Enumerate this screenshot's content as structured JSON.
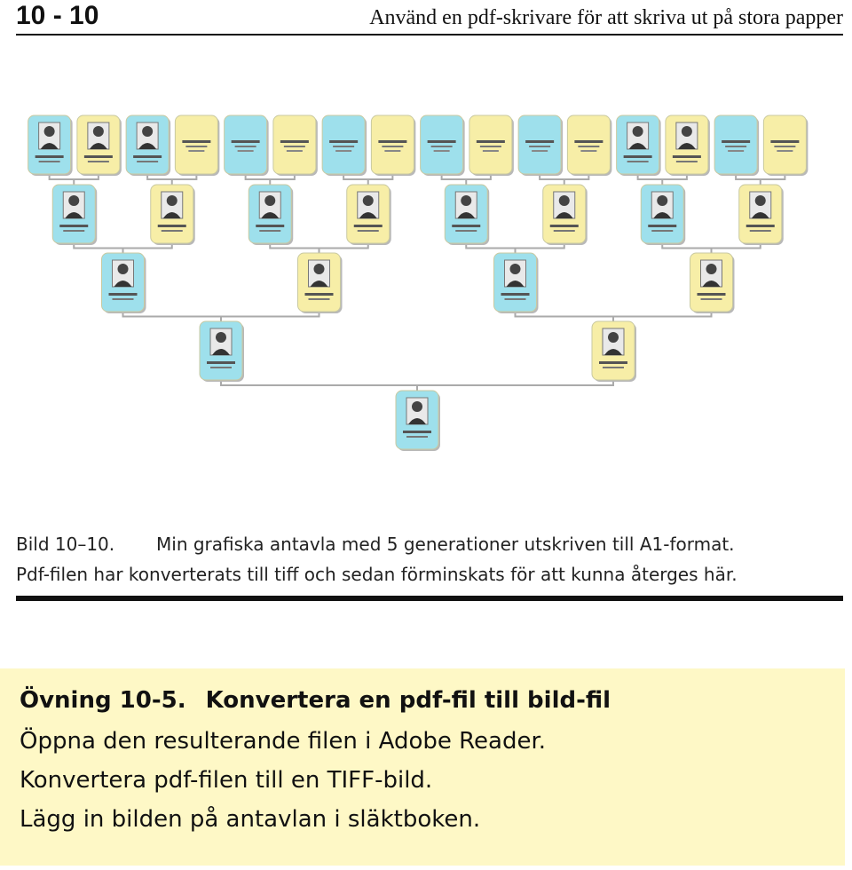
{
  "header": {
    "page_number": "10 - 10",
    "running_title": "Använd en pdf-skrivare för att skriva ut på stora papper"
  },
  "figure": {
    "kind": "ancestor-chart",
    "generations": [
      16,
      8,
      4,
      2,
      1
    ],
    "male_color": "#9ee0ec",
    "female_color": "#f7eea7",
    "photos_shown": [
      [
        true,
        true,
        true,
        false,
        false,
        false,
        false,
        false,
        false,
        false,
        false,
        false,
        true,
        true,
        false,
        false
      ],
      [
        true,
        true,
        true,
        true,
        true,
        true,
        true,
        true
      ],
      [
        true,
        true,
        true,
        true
      ],
      [
        true,
        true
      ],
      [
        true
      ]
    ]
  },
  "caption": {
    "label": "Bild 10–10.",
    "line1": "Min grafiska antavla med 5 generationer utskriven till A1-format.",
    "line2": "Pdf-filen har konverterats till tiff och sedan förminskats för att kunna återges här."
  },
  "exercise": {
    "number": "Övning  10-5.",
    "title": "Konvertera en pdf-fil till bild-fil",
    "lines": [
      "Öppna den resulterande filen i Adobe Reader.",
      "Konvertera pdf-filen till en TIFF-bild.",
      "Lägg in bilden på antavlan i släktboken."
    ],
    "background": "#fef8c6"
  }
}
